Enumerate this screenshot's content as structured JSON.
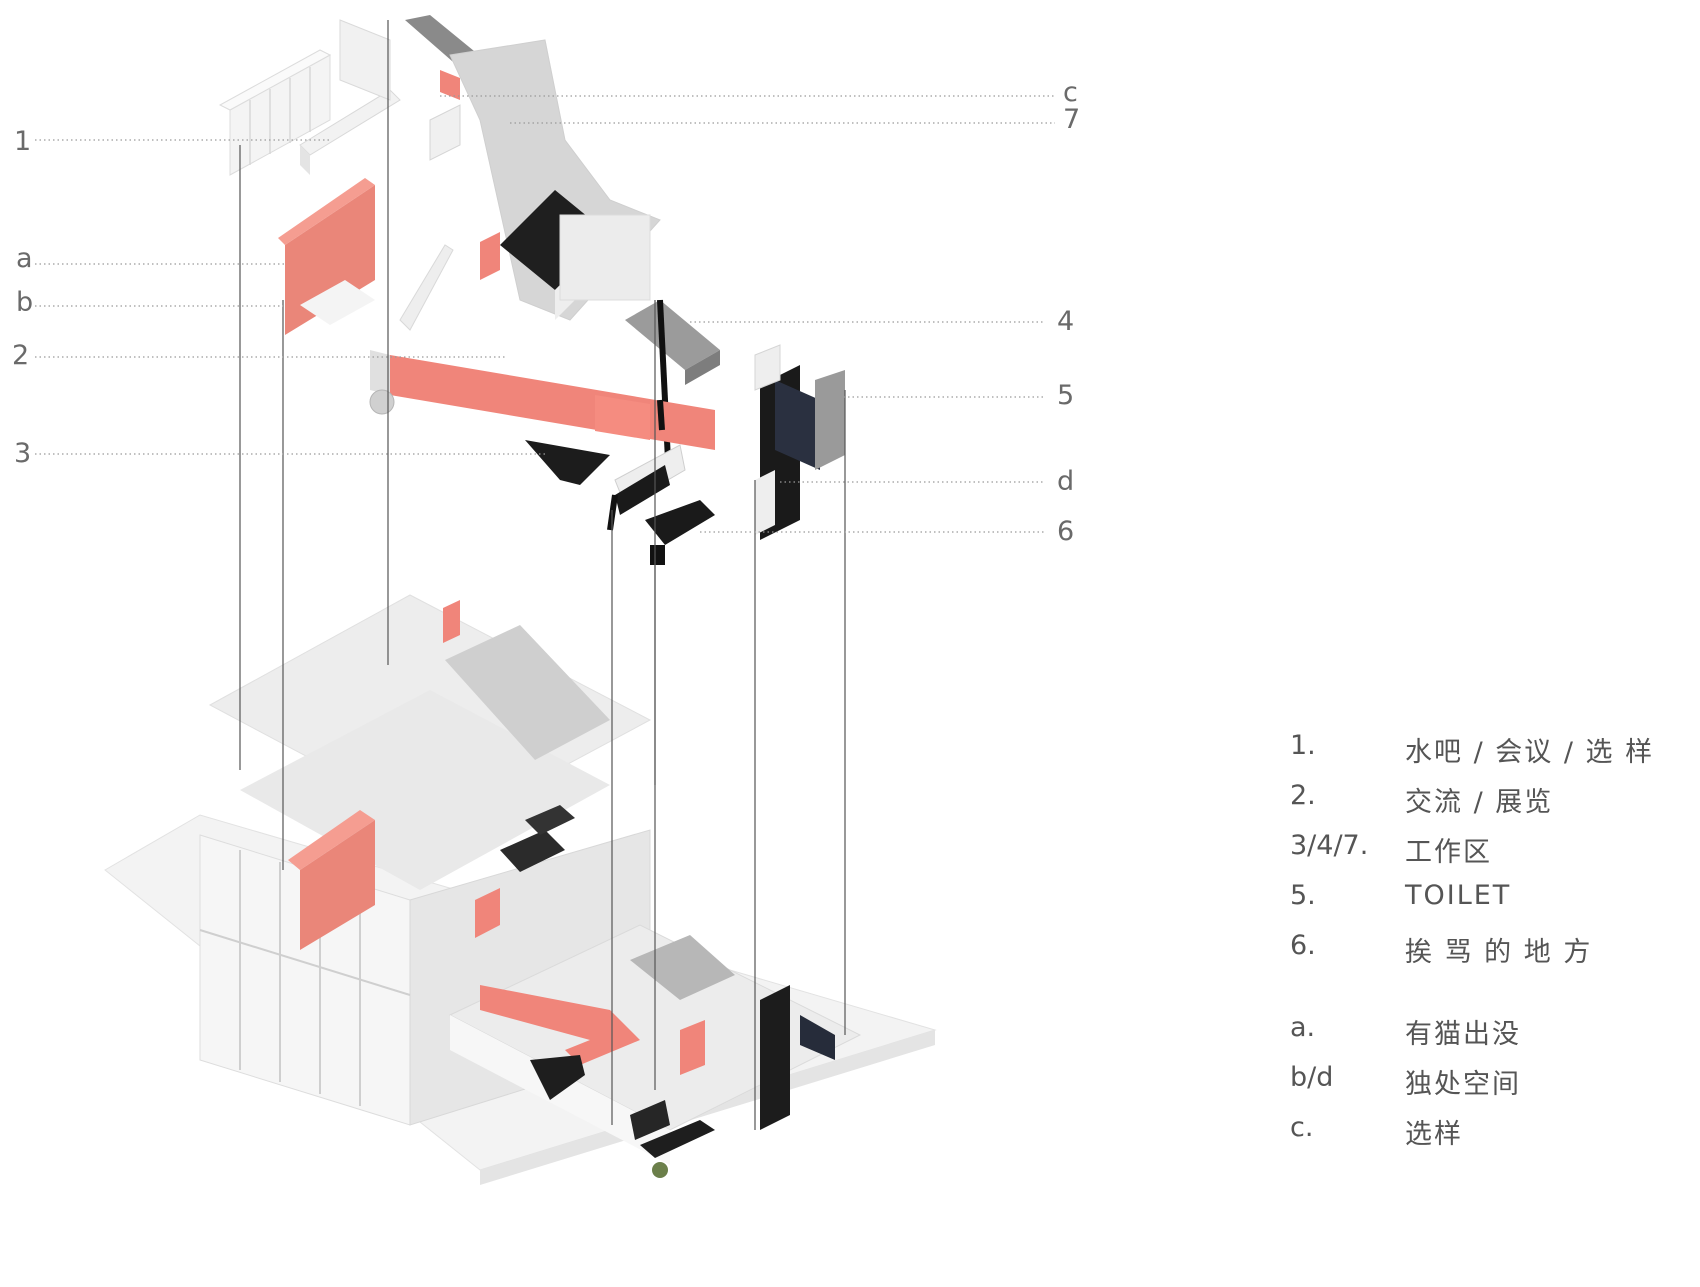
{
  "labels": {
    "1": "1",
    "a": "a",
    "b": "b",
    "2": "2",
    "3": "3",
    "c": "c",
    "7": "7",
    "4": "4",
    "5": "5",
    "d": "d",
    "6": "6"
  },
  "legend": {
    "numbered": [
      {
        "key": "1.",
        "value": "水吧 / 会议 / 选 样"
      },
      {
        "key": "2.",
        "value": "交流 / 展览"
      },
      {
        "key": "3/4/7.",
        "value": "工作区"
      },
      {
        "key": "5.",
        "value": "TOILET"
      },
      {
        "key": "6.",
        "value": "挨 骂 的 地 方"
      }
    ],
    "lettered": [
      {
        "key": "a.",
        "value": "有猫出没"
      },
      {
        "key": "b/d",
        "value": "独处空间"
      },
      {
        "key": "c.",
        "value": "选样"
      }
    ]
  },
  "colors": {
    "accent": "#f0857a",
    "white_volume": "#f2f2f2",
    "dark": "#222222"
  }
}
